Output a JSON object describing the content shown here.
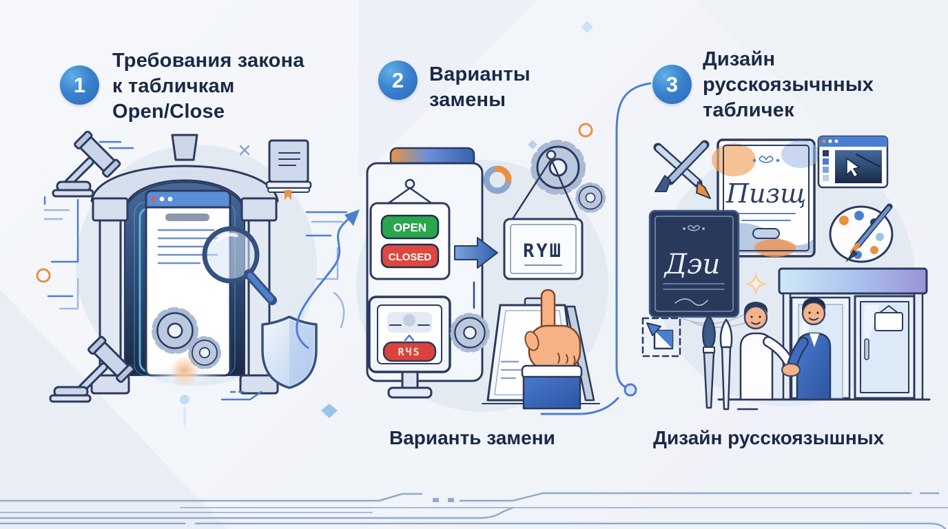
{
  "page": {
    "kind": "infographic-3-steps",
    "language": "ru"
  },
  "sections": [
    {
      "number": "1",
      "title_lines": [
        "Требования закона",
        "к табличкам",
        "Open/Close"
      ]
    },
    {
      "number": "2",
      "title_lines": [
        "Варианты",
        "замены"
      ],
      "caption": "Варианть замени",
      "hanging_sign": {
        "open": "OPEN",
        "closed": "CLOSED"
      },
      "replacement_sign_text": "RYШ",
      "kiosk_button_text": "RЧS"
    },
    {
      "number": "3",
      "title_lines": [
        "Дизайн",
        "русскоязычнных",
        "табличек"
      ],
      "caption": "Дизайн русскоязышных",
      "ornate_sign_text": "Пизщ",
      "dark_sign_text": "Дэи"
    }
  ],
  "colors": {
    "background": "#f4f6fa",
    "title_text": "#1b2947",
    "badge_blue_light": "#5fb0e8",
    "badge_blue_dark": "#2a69ba",
    "outline_navy": "#2b3a5e",
    "open_green": "#2aa64c",
    "closed_red": "#dd4840",
    "accent_orange": "#e8913f",
    "arrow_blue": "#4d7ecf",
    "glow_teal": "#59c8ea"
  },
  "icons": {
    "gavel-icon": "law gavel shape",
    "law-book-icon": "closed book with orange bookmark",
    "shield-icon": "protection shield",
    "magnifier-icon": "magnifying glass over document",
    "gear-icon": "cog wheel",
    "browser-window-icon": "web page with text lines",
    "arch-doorway-icon": "classical arch portal",
    "right-arrow-icon": "block arrow pointing right",
    "hanging-sign-icon": "sign hanging on strings",
    "kiosk-display-icon": "monitor on stand",
    "a-frame-sign-icon": "sandwich board",
    "pointing-hand-icon": "hand with index finger up",
    "donut-chart-icon": "partial ring chart",
    "paintbrush-icon": "artist brush",
    "palette-icon": "paint palette with dots",
    "cursor-icon": "arrow cursor in design app",
    "design-window-icon": "graphics editor window",
    "storefront-icon": "shop facade with door",
    "handshake-people-icon": "two men shaking hands",
    "transform-select-icon": "dashed selection with resize arrow",
    "sparkle-icon": "four point star",
    "connector-line-icon": "curved flow connector",
    "circuit-lines-icon": "tech circuit traces"
  }
}
